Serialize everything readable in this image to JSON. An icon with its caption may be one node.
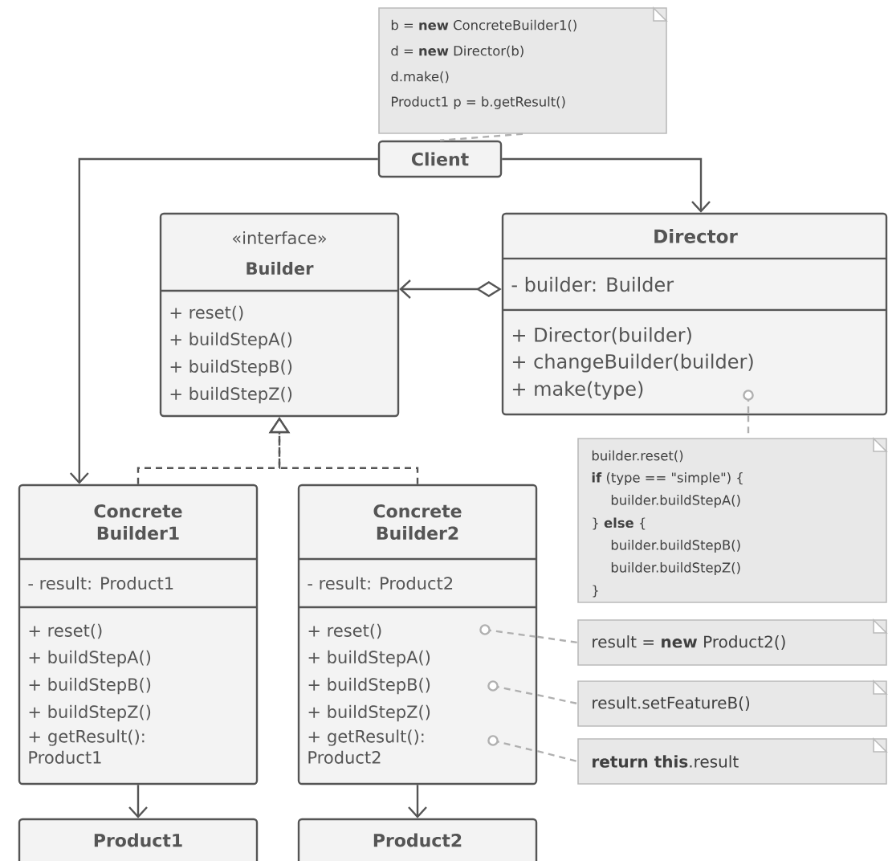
{
  "diagram": {
    "nodes": [
      {
        "text": [
          "b = **new** ConcreteBuilder1()",
          "d = **new** Director(b)",
          "d.make()",
          "Product1 p = b.getResult()"
        ]
      },
      {
        "text": [
          "Client"
        ]
      },
      {
        "text": [
          "«interface»",
          "Builder",
          "+ reset()",
          "+ buildStepA()",
          "+ buildStepB()",
          "+ buildStepZ()"
        ]
      },
      {
        "text": [
          "Director",
          "- builder: Builder",
          "+ Director(builder)",
          "+ changeBuilder(builder)",
          "+ make(type)"
        ]
      },
      {
        "text": [
          "builder.reset()",
          "**if** (type == \"simple\") {",
          "builder.buildStepA()",
          "} **else** {",
          "builder.buildStepB()",
          "builder.buildStepZ()",
          "}"
        ]
      },
      {
        "text": [
          "Concrete Builder1",
          "- result: Product1",
          "+ reset()",
          "+ buildStepA()",
          "+ buildStepB()",
          "+ buildStepZ()",
          "+ getResult(): Product1"
        ]
      },
      {
        "text": [
          "Concrete Builder2",
          "- result: Product2",
          "+ reset()",
          "+ buildStepA()",
          "+ buildStepB()",
          "+ buildStepZ()",
          "+ getResult(): Product2"
        ]
      },
      {
        "text": [
          "result = **new** Product2()"
        ]
      },
      {
        "text": [
          "result.setFeatureB()"
        ]
      },
      {
        "text": [
          "**return this**.result"
        ]
      },
      {
        "text": [
          "Product1"
        ]
      },
      {
        "text": [
          "Product2"
        ]
      }
    ],
    "edges": [
      {
        "from": 0,
        "to": 1,
        "arrow": "none",
        "style": "dashed",
        "color": "#b0b0b0"
      },
      {
        "from": 1,
        "to": 3,
        "arrow": "to"
      },
      {
        "from": 1,
        "to": 5,
        "arrow": "to"
      },
      {
        "from": 3,
        "to": 2,
        "arrow": "to"
      },
      {
        "from": 5,
        "to": 2,
        "arrow": "to",
        "style": "dashed"
      },
      {
        "from": 6,
        "to": 2,
        "arrow": "to",
        "style": "dashed"
      },
      {
        "from": 3,
        "to": 4,
        "arrow": "none",
        "style": "dashed",
        "color": "#b0b0b0"
      },
      {
        "from": 6,
        "to": 7,
        "arrow": "none",
        "style": "dashed",
        "color": "#b0b0b0"
      },
      {
        "from": 6,
        "to": 8,
        "arrow": "none",
        "style": "dashed",
        "color": "#b0b0b0"
      },
      {
        "from": 6,
        "to": 9,
        "arrow": "none",
        "style": "dashed",
        "color": "#b0b0b0"
      },
      {
        "from": 5,
        "to": 10,
        "arrow": "to"
      },
      {
        "from": 6,
        "to": 11,
        "arrow": "to"
      }
    ]
  }
}
